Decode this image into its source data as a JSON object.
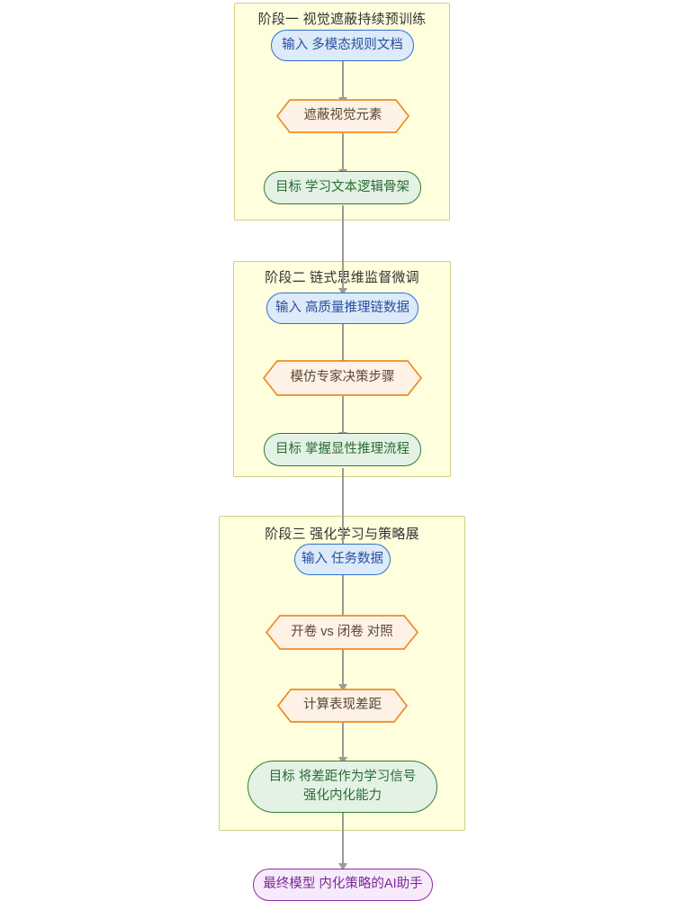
{
  "diagram": {
    "type": "flowchart",
    "direction": "top-to-bottom",
    "title_visible": false,
    "background": "#ffffff",
    "palette": {
      "subgraph_fill": "#ffffde",
      "subgraph_border": "#cfcf86",
      "input_fill": "#dceaf9",
      "input_border": "#2f6fd0",
      "input_text": "#2b4f9e",
      "action_fill": "#fdf2e5",
      "action_border": "#ef8b23",
      "action_text": "#5c4632",
      "goal_fill": "#e3f2e5",
      "goal_border": "#2f7d36",
      "goal_text": "#2c6b33",
      "final_fill": "#f6eafb",
      "final_border": "#9428a8",
      "final_text": "#7a2b94",
      "edge_color": "#9b9b93",
      "title_text": "#333333"
    }
  },
  "stages": [
    {
      "id": "stage-1",
      "title": "阶段一  视觉遮蔽持续预训练",
      "nodes": [
        {
          "id": "s1-input",
          "kind": "input",
          "shape": "stadium",
          "label": "输入 多模态规则文档"
        },
        {
          "id": "s1-action",
          "kind": "action",
          "shape": "hexagon",
          "label": "遮蔽视觉元素"
        },
        {
          "id": "s1-goal",
          "kind": "goal",
          "shape": "stadium",
          "label": "目标 学习文本逻辑骨架"
        }
      ]
    },
    {
      "id": "stage-2",
      "title": "阶段二 链式思维监督微调",
      "nodes": [
        {
          "id": "s2-input",
          "kind": "input",
          "shape": "stadium",
          "label": "输入 高质量推理链数据"
        },
        {
          "id": "s2-action",
          "kind": "action",
          "shape": "hexagon",
          "label": "模仿专家决策步骤"
        },
        {
          "id": "s2-goal",
          "kind": "goal",
          "shape": "stadium",
          "label": "目标 掌握显性推理流程"
        }
      ]
    },
    {
      "id": "stage-3",
      "title": "阶段三 强化学习与策略展",
      "nodes": [
        {
          "id": "s3-input",
          "kind": "input",
          "shape": "stadium",
          "label": "输入 任务数据"
        },
        {
          "id": "s3-action1",
          "kind": "action",
          "shape": "hexagon",
          "label": "开卷 vs 闭卷 对照"
        },
        {
          "id": "s3-action2",
          "kind": "action",
          "shape": "hexagon",
          "label": "计算表现差距"
        },
        {
          "id": "s3-goal",
          "kind": "goal",
          "shape": "stadium",
          "label": "目标 将差距作为学习信号\n强化内化能力"
        }
      ]
    }
  ],
  "final_node": {
    "id": "final-model",
    "kind": "final",
    "shape": "stadium",
    "label": "最终模型 内化策略的AI助手"
  },
  "edges": [
    {
      "from": "s1-input",
      "to": "s1-action",
      "label": ""
    },
    {
      "from": "s1-action",
      "to": "s1-goal",
      "label": ""
    },
    {
      "from": "s1-goal",
      "to": "s2-input",
      "label": ""
    },
    {
      "from": "s2-input",
      "to": "s2-action",
      "label": ""
    },
    {
      "from": "s2-action",
      "to": "s2-goal",
      "label": ""
    },
    {
      "from": "s2-goal",
      "to": "s3-input",
      "label": ""
    },
    {
      "from": "s3-input",
      "to": "s3-action1",
      "label": ""
    },
    {
      "from": "s3-action1",
      "to": "s3-action2",
      "label": ""
    },
    {
      "from": "s3-action2",
      "to": "s3-goal",
      "label": ""
    },
    {
      "from": "s3-goal",
      "to": "final-model",
      "label": ""
    }
  ]
}
